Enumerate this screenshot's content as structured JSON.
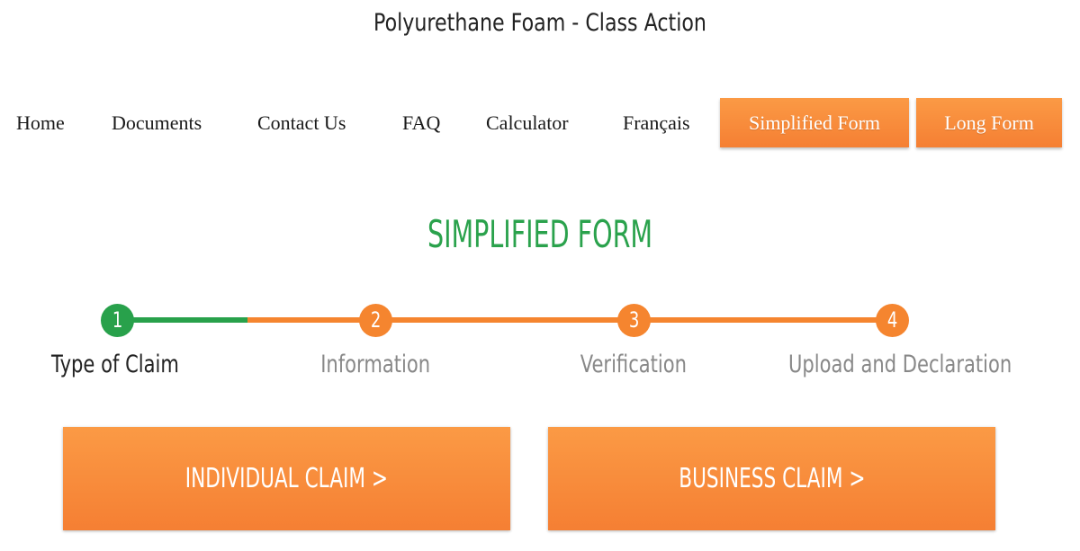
{
  "site": {
    "title": "Polyurethane Foam - Class Action"
  },
  "nav": {
    "links": [
      "Home",
      "Documents",
      "Contact Us",
      "FAQ",
      "Calculator",
      "Français"
    ],
    "buttons": [
      "Simplified Form",
      "Long Form"
    ]
  },
  "page": {
    "heading": "SIMPLIFIED FORM"
  },
  "stepper": {
    "progress_fraction": 0.2,
    "steps": [
      {
        "number": "1",
        "label": "Type of Claim",
        "state": "active"
      },
      {
        "number": "2",
        "label": "Information",
        "state": "pending"
      },
      {
        "number": "3",
        "label": "Verification",
        "state": "pending"
      },
      {
        "number": "4",
        "label": "Upload and Declaration",
        "state": "pending"
      }
    ]
  },
  "claims": {
    "individual_label": "INDIVIDUAL CLAIM >",
    "business_label": "BUSINESS CLAIM >"
  },
  "colors": {
    "accent_orange": "#f5852f",
    "success_green": "#28a14b",
    "pending_text": "#888888"
  }
}
